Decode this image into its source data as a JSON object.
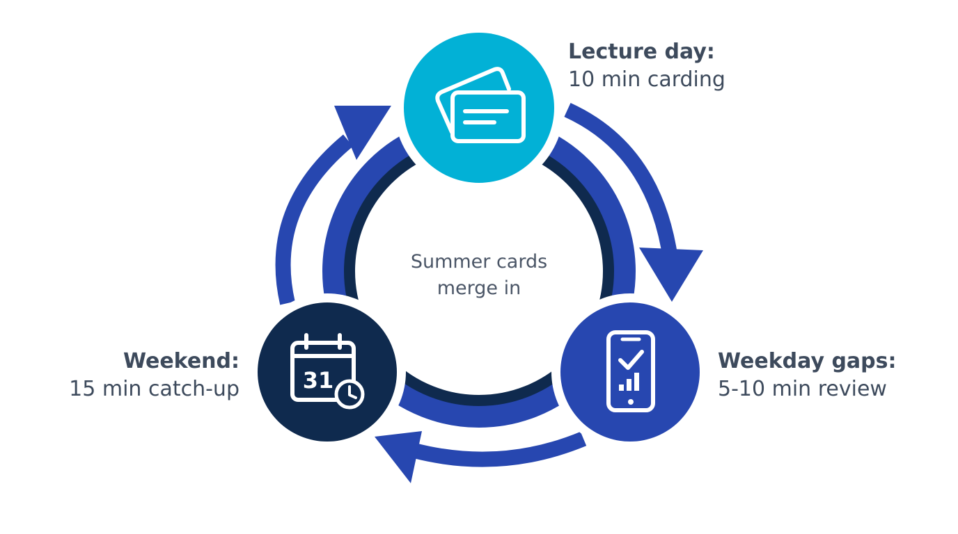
{
  "colors": {
    "ring_outer": "#2747b0",
    "ring_inner": "#0f2a4e",
    "arrow": "#2747b0",
    "node_lecture": "#02b1d6",
    "node_weekday": "#2747b0",
    "node_weekend": "#0f2a4e",
    "text": "#3d4a5c",
    "icon": "#ffffff"
  },
  "center": {
    "line1": "Summer cards",
    "line2": "merge in"
  },
  "nodes": {
    "lecture": {
      "icon": "flashcards-icon",
      "title": "Lecture day:",
      "detail": "10 min carding"
    },
    "weekday": {
      "icon": "phone-progress-icon",
      "title": "Weekday gaps:",
      "detail": "5-10 min review"
    },
    "weekend": {
      "icon": "calendar-clock-icon",
      "title": "Weekend:",
      "detail": "15 min catch-up",
      "calendar_day": "31"
    }
  }
}
